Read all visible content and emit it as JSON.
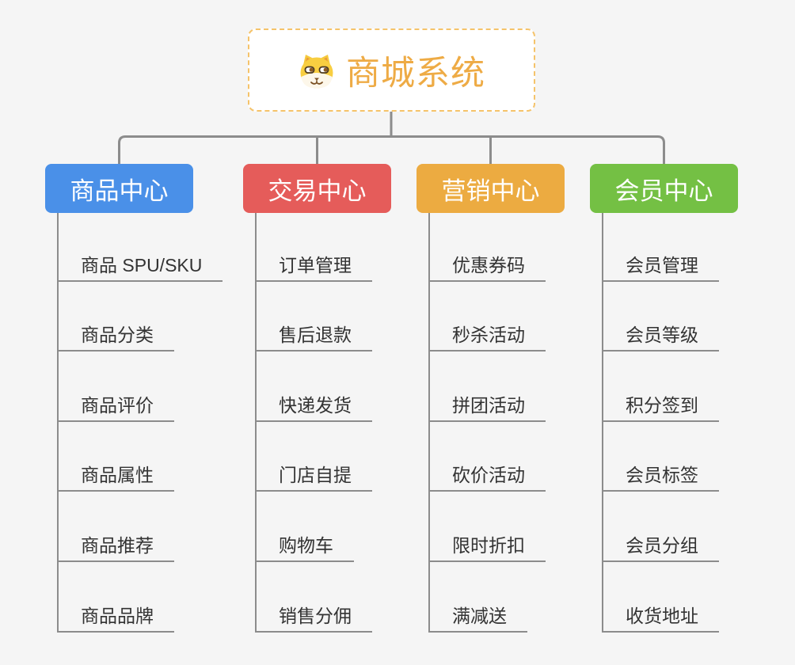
{
  "root": {
    "title": "商城系统",
    "icon": "shiba-dog-icon"
  },
  "colors": {
    "background": "#f5f5f5",
    "connector": "#8c8c8c",
    "root_border": "#f5c36a",
    "root_text": "#eeab45",
    "subtopic_text": "#333333",
    "branch_text": "#ffffff"
  },
  "branches": [
    {
      "label": "商品中心",
      "color": "#4a90e8",
      "children": [
        "商品 SPU/SKU",
        "商品分类",
        "商品评价",
        "商品属性",
        "商品推荐",
        "商品品牌"
      ]
    },
    {
      "label": "交易中心",
      "color": "#e55c5a",
      "children": [
        "订单管理",
        "售后退款",
        "快递发货",
        "门店自提",
        "购物车",
        "销售分佣"
      ]
    },
    {
      "label": "营销中心",
      "color": "#ecab41",
      "children": [
        "优惠券码",
        "秒杀活动",
        "拼团活动",
        "砍价活动",
        "限时折扣",
        "满减送"
      ]
    },
    {
      "label": "会员中心",
      "color": "#74c044",
      "children": [
        "会员管理",
        "会员等级",
        "积分签到",
        "会员标签",
        "会员分组",
        "收货地址"
      ]
    }
  ]
}
